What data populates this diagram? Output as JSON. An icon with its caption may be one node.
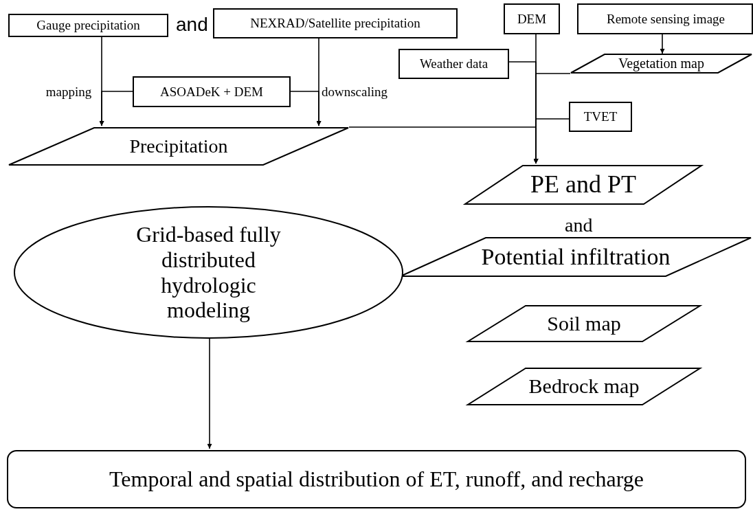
{
  "diagram": {
    "nodes": [
      {
        "text": [
          "Gauge precipitation"
        ]
      },
      {
        "text": [
          "NEXRAD/Satellite precipitation"
        ]
      },
      {
        "text": [
          "ASOADeK + DEM"
        ]
      },
      {
        "text": [
          "Precipitation"
        ]
      },
      {
        "text": [
          "DEM"
        ]
      },
      {
        "text": [
          "Remote sensing image"
        ]
      },
      {
        "text": [
          "Weather data"
        ]
      },
      {
        "text": [
          "Vegetation map"
        ]
      },
      {
        "text": [
          "TVET"
        ]
      },
      {
        "text": [
          "PE and PT"
        ]
      },
      {
        "text": [
          "Potential infiltration"
        ]
      },
      {
        "text": [
          "Grid-based fully distributed hydrologic modeling"
        ]
      },
      {
        "text": [
          "Soil map"
        ]
      },
      {
        "text": [
          "Bedrock map"
        ]
      },
      {
        "text": [
          "Temporal and spatial distribution of ET, runoff, and recharge"
        ]
      }
    ],
    "edges": [
      {
        "from": 0,
        "to": 3,
        "arrow": "to",
        "label": "mapping"
      },
      {
        "from": 1,
        "to": 3,
        "arrow": "to",
        "label": "downscaling"
      },
      {
        "from": 2,
        "to": 3,
        "arrow": "to"
      },
      {
        "from": 2,
        "to": 3,
        "arrow": "to"
      },
      {
        "from": 5,
        "to": 7,
        "arrow": "to"
      },
      {
        "from": 4,
        "to": 9,
        "arrow": "to"
      },
      {
        "from": 6,
        "to": 9,
        "arrow": "to"
      },
      {
        "from": 7,
        "to": 9,
        "arrow": "to"
      },
      {
        "from": 3,
        "to": 9,
        "arrow": "to"
      },
      {
        "from": 8,
        "to": 9,
        "arrow": "to"
      },
      {
        "from": 11,
        "to": 14,
        "arrow": "to"
      }
    ],
    "labels": [
      "and",
      "and"
    ]
  }
}
